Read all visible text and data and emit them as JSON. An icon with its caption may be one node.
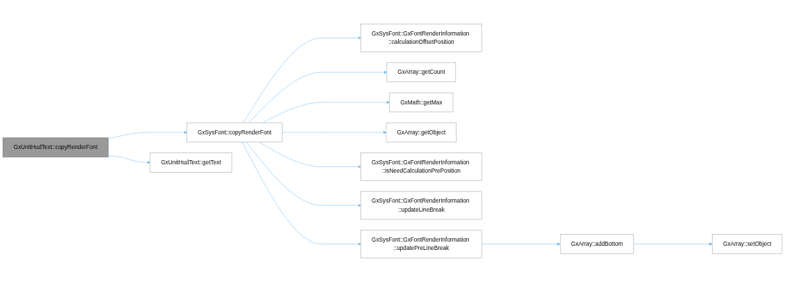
{
  "diagram": {
    "nodes": [
      {
        "text": [
          "GxUnitHudText::copyRenderFont"
        ]
      },
      {
        "text": [
          "GxSysFont::copyRenderFont"
        ]
      },
      {
        "text": [
          "GxUnitHudText::getText"
        ]
      },
      {
        "text": [
          "GxSysFont::GxFontRenderInformation ::calculationOffsetPosition"
        ]
      },
      {
        "text": [
          "GxArray::getCount"
        ]
      },
      {
        "text": [
          "GxMath::getMax"
        ]
      },
      {
        "text": [
          "GxArray::getObject"
        ]
      },
      {
        "text": [
          "GxSysFont::GxFontRenderInformation ::isNeedCalculationPrePosition"
        ]
      },
      {
        "text": [
          "GxSysFont::GxFontRenderInformation ::updateLineBreak"
        ]
      },
      {
        "text": [
          "GxSysFont::GxFontRenderInformation ::updatePreLineBreak"
        ]
      },
      {
        "text": [
          "GxArray::addBottom"
        ]
      },
      {
        "text": [
          "GxArray::setObject"
        ]
      }
    ],
    "edges": [
      {
        "from": 0,
        "to": 1,
        "arrow": "to"
      },
      {
        "from": 0,
        "to": 2,
        "arrow": "to"
      },
      {
        "from": 1,
        "to": 3,
        "arrow": "to"
      },
      {
        "from": 1,
        "to": 4,
        "arrow": "to"
      },
      {
        "from": 1,
        "to": 5,
        "arrow": "to"
      },
      {
        "from": 1,
        "to": 6,
        "arrow": "to"
      },
      {
        "from": 1,
        "to": 7,
        "arrow": "to"
      },
      {
        "from": 1,
        "to": 8,
        "arrow": "to"
      },
      {
        "from": 1,
        "to": 9,
        "arrow": "to"
      },
      {
        "from": 9,
        "to": 10,
        "arrow": "to"
      },
      {
        "from": 10,
        "to": 11,
        "arrow": "to"
      }
    ]
  }
}
